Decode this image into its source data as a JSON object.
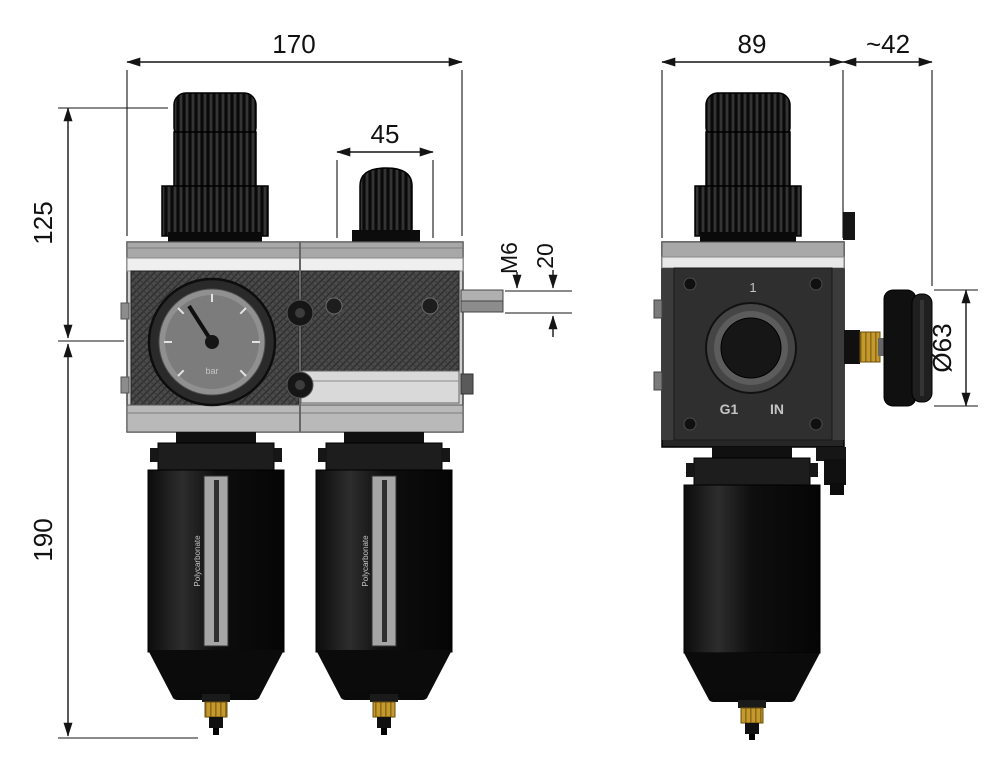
{
  "drawing": {
    "front": {
      "dim_total_width": "170",
      "dim_knob_width": "45",
      "dim_upper_height": "125",
      "dim_bowl_height": "190",
      "dim_thread": "M6",
      "dim_thread_depth": "20",
      "gauge_unit": "bar",
      "bowl_label": "Polycarbonate"
    },
    "side": {
      "dim_body_width": "89",
      "dim_gauge_depth": "~42",
      "dim_gauge_diameter": "Ø63",
      "port_marking": "1",
      "port_thread": "G1",
      "port_flow": "IN"
    },
    "colors": {
      "line": "#141414",
      "body_dark": "#2f2f2f",
      "body_light": "#d6d6d6",
      "brass": "#c49a2f"
    }
  }
}
